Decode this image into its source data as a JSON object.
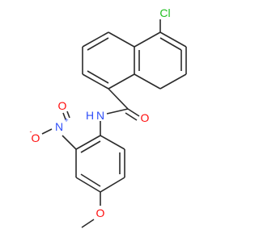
{
  "molecule": {
    "atoms": {
      "cl": {
        "symbol": "Cl",
        "color": "#1fbf1f"
      },
      "o_carbonyl": {
        "symbol": "O",
        "color": "#ff0d0d"
      },
      "n_amide": {
        "symbol": "N",
        "color": "#3050f8"
      },
      "h_amide": {
        "symbol": "H",
        "color": "#3050f8"
      },
      "n_nitro": {
        "symbol": "N",
        "color": "#3050f8"
      },
      "n_nitro_charge": {
        "symbol": "+",
        "color": "#3050f8"
      },
      "o_nitro_double": {
        "symbol": "O",
        "color": "#ff0d0d"
      },
      "o_nitro_single": {
        "symbol": "O",
        "color": "#ff0d0d"
      },
      "o_nitro_charge": {
        "symbol": "-",
        "color": "#ff0d0d"
      },
      "o_methoxy": {
        "symbol": "O",
        "color": "#ff0d0d"
      }
    },
    "bond_color": "#2b2b2b"
  }
}
